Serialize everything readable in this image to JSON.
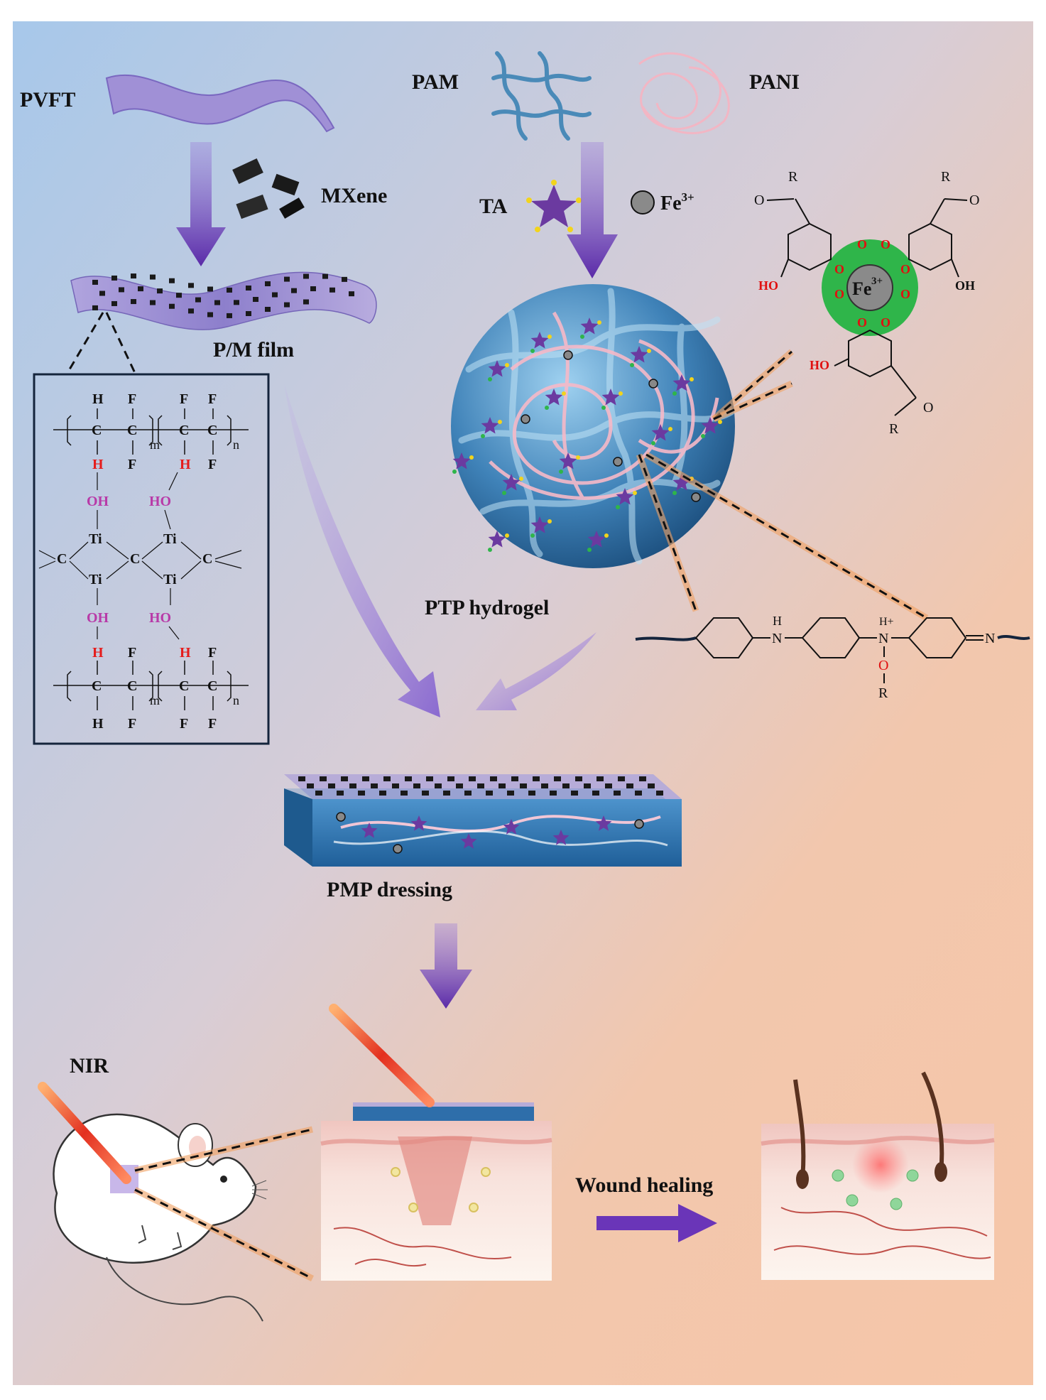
{
  "labels": {
    "pvft": "PVFT",
    "mxene": "MXene",
    "pm_film": "P/M film",
    "pam": "PAM",
    "pani": "PANI",
    "ta": "TA",
    "fe_base": "Fe",
    "fe_sup": "3+",
    "ptp_hydrogel": "PTP hydrogel",
    "pmp_dressing": "PMP dressing",
    "nir": "NIR",
    "wound_healing": "Wound healing"
  },
  "chem": {
    "H": "H",
    "F": "F",
    "C": "C",
    "m": "m",
    "n": "n",
    "OH": "OH",
    "HO": "HO",
    "Ti": "Ti",
    "R": "R",
    "O": "O",
    "N": "N",
    "Hplus": "H+"
  },
  "colors": {
    "bg_blue": "#a9c9e8",
    "bg_peach": "#f4c4a4",
    "arrow_purple": "#6a35b8",
    "film_purple": "#a79bd8",
    "hydrogel_blue": "#3f82b8",
    "star_purple": "#6b3aa0",
    "fe_ring_green": "#2fb54a",
    "oxygen_red": "#e01010",
    "hydrogen_red": "#e51c1c",
    "oh_magenta": "#b83aa8",
    "laser_red": "#e03a2a",
    "dash_orange": "#f0a060"
  }
}
